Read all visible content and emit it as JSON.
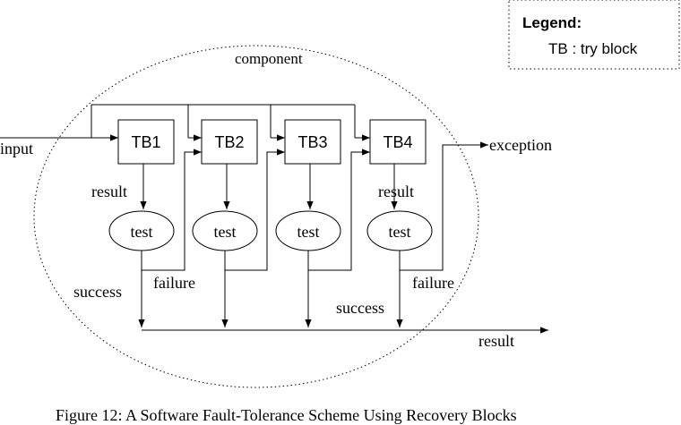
{
  "legend": {
    "title": "Legend:",
    "entry": "TB : try block"
  },
  "component_label": "component",
  "blocks": [
    "TB1",
    "TB2",
    "TB3",
    "TB4"
  ],
  "test_label": "test",
  "labels": {
    "input": "input",
    "exception": "exception",
    "result_tb1": "result",
    "result_tb4": "result",
    "success_left": "success",
    "failure_left": "failure",
    "success_right": "success",
    "failure_right": "failure",
    "result_output": "result"
  },
  "caption": "Figure 12: A Software Fault-Tolerance Scheme Using Recovery Blocks"
}
